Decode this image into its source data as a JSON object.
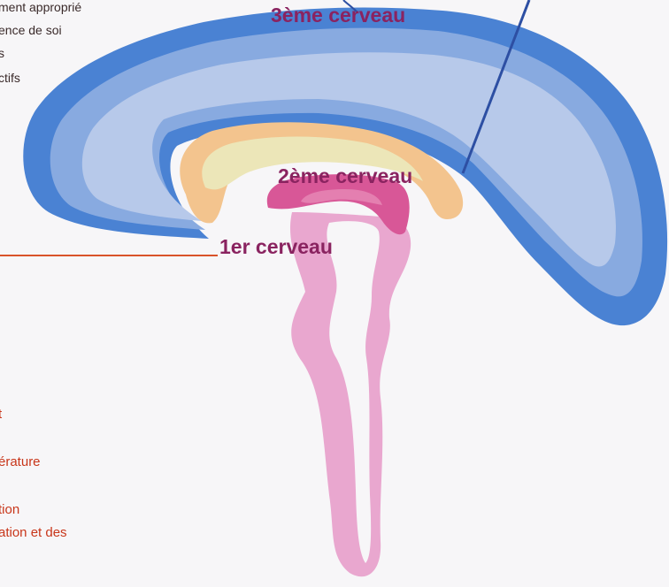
{
  "colors": {
    "cortex_outer": "#4a82d3",
    "cortex_mid": "#88aae0",
    "cortex_inner": "#b7c9ea",
    "limbic_outer": "#f3c48e",
    "limbic_inner": "#ece6b8",
    "reptilian_top": "#d85797",
    "stem": "#e9a7cf",
    "label_brain": "#8a2360",
    "label_left": "#c8361a",
    "pointer_line": "#2d4fa3",
    "leader_line": "#d9532a",
    "background": "#f7f6f8"
  },
  "labels": {
    "brain3": "3ème cerveau",
    "brain2": "2ème cerveau",
    "brain1": "1er cerveau"
  },
  "left_top_lines": [
    "ment approprié",
    "ence de soi",
    "s",
    "ctifs"
  ],
  "left_bottom_lines": [
    "t",
    "érature",
    "tion",
    "ation et des"
  ]
}
